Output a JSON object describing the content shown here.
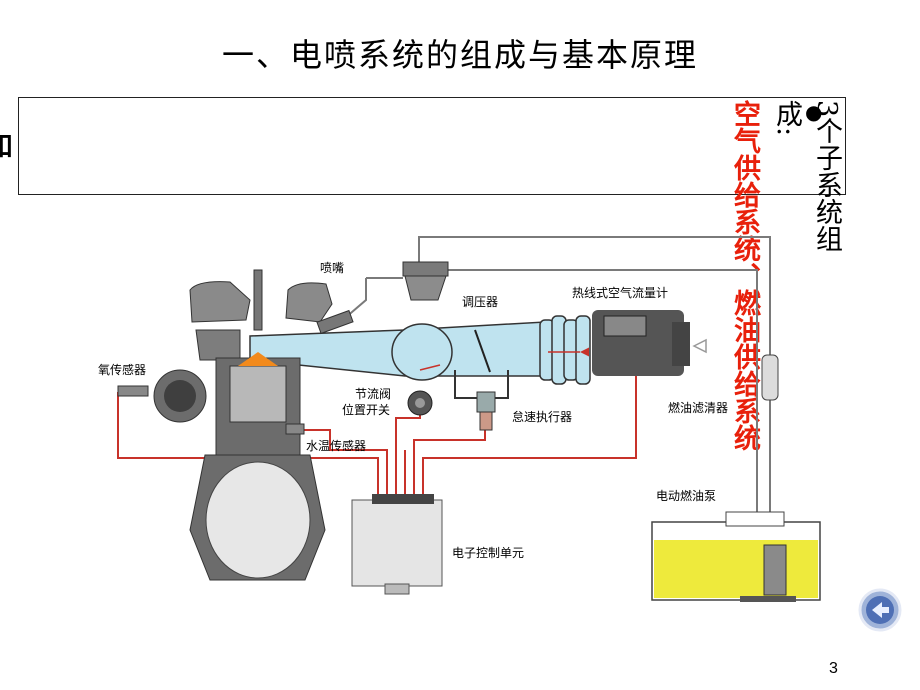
{
  "slide": {
    "title": "一、电喷系统的组成与基本原理",
    "bullet": {
      "line1": "3个子系统组",
      "line2": "成:",
      "line3": "空气供给系统、燃油供给系统",
      "left_edge_partial": "和"
    },
    "page_number": "3"
  },
  "diagram": {
    "labels": {
      "injector": "喷嘴",
      "pressure_regulator": "调压器",
      "air_flow_meter": "热线式空气流量计",
      "oxygen_sensor": "氧传感器",
      "throttle_switch_line1": "节流阀",
      "throttle_switch_line2": "位置开关",
      "idle_actuator": "怠速执行器",
      "coolant_sensor": "水温传感器",
      "fuel_filter": "燃油滤清器",
      "fuel_pump": "电动燃油泵",
      "ecu": "电子控制单元"
    },
    "colors": {
      "wire": "#c8322a",
      "intake": "#bfe3ef",
      "fuel": "#eeea3c",
      "engine": "#6c6c6c",
      "combustion": "#f28a1c"
    }
  },
  "nav": {
    "icon": "back-arrow-icon"
  }
}
